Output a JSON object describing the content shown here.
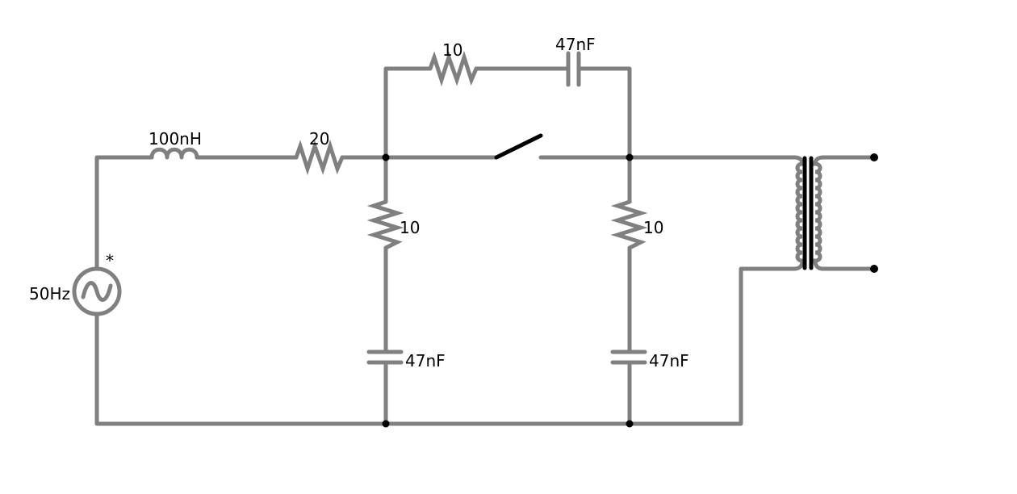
{
  "diagram": {
    "type": "circuit-schematic",
    "wire_color": "#808080",
    "accent_color": "#000000",
    "components": {
      "source": {
        "kind": "ac-voltage-source",
        "label": "50Hz",
        "marker": "*"
      },
      "series_inductor": {
        "kind": "inductor",
        "label": "100nH"
      },
      "series_resistor": {
        "kind": "resistor",
        "label": "20"
      },
      "snubber_resistor": {
        "kind": "resistor",
        "label": "10"
      },
      "snubber_capacitor": {
        "kind": "capacitor",
        "label": "47nF"
      },
      "switch": {
        "kind": "switch",
        "state": "open"
      },
      "left_shunt_resistor": {
        "kind": "resistor",
        "label": "10"
      },
      "left_shunt_capacitor": {
        "kind": "capacitor",
        "label": "47nF"
      },
      "right_shunt_resistor": {
        "kind": "resistor",
        "label": "10"
      },
      "right_shunt_capacitor": {
        "kind": "capacitor",
        "label": "47nF"
      },
      "transformer": {
        "kind": "transformer",
        "core": "iron"
      }
    }
  }
}
